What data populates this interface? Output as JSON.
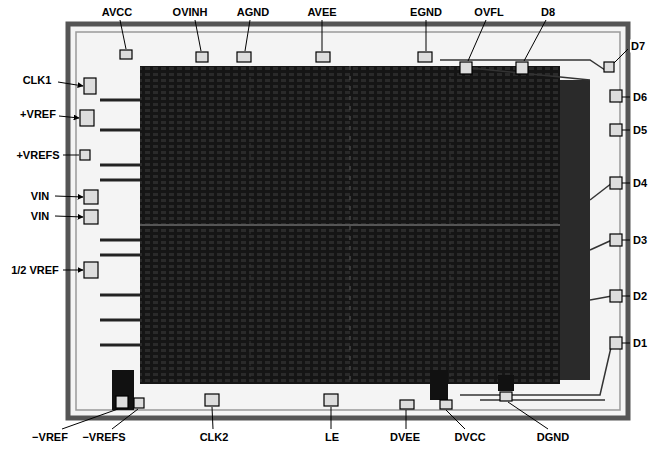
{
  "diagram": {
    "labels": [
      "AVCC",
      "OVINH",
      "AGND",
      "AVEE",
      "EGND",
      "OVFL",
      "D8",
      "D7",
      "D6",
      "D5",
      "D4",
      "D3",
      "D2",
      "D1",
      "CLK1",
      "+VREF",
      "+VREFS",
      "VIN",
      "VIN",
      "1/2 VREF",
      "−VREF",
      "−VREFS",
      "CLK2",
      "LE",
      "DVEE",
      "DVCC",
      "DGND"
    ]
  }
}
